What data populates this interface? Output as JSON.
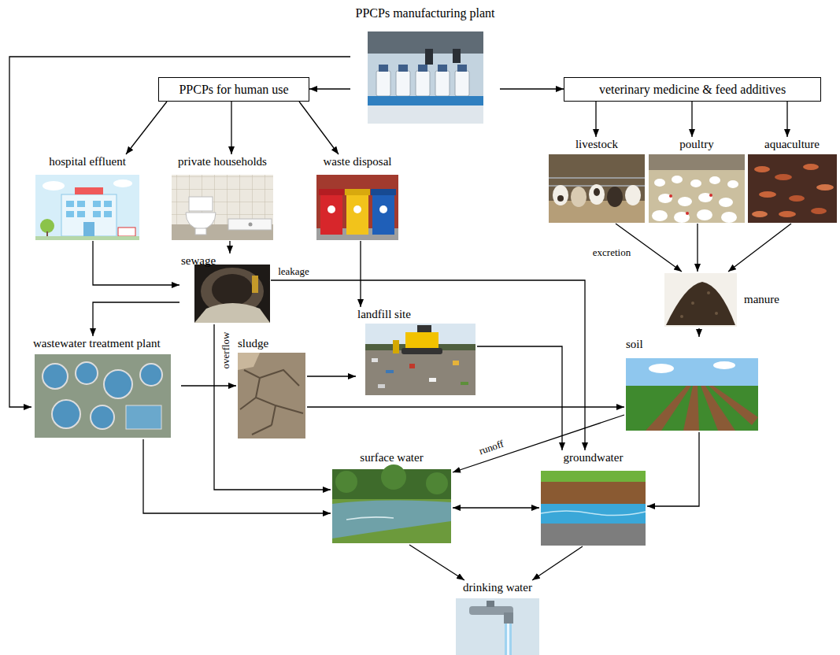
{
  "diagram": {
    "nodes": [
      {
        "text": [
          "PPCPs manufacturing plant"
        ]
      },
      {
        "text": [
          "PPCPs for human use"
        ]
      },
      {
        "text": [
          "veterinary medicine & feed additives"
        ]
      },
      {
        "text": [
          "hospital effluent"
        ]
      },
      {
        "text": [
          "private households"
        ]
      },
      {
        "text": [
          "waste disposal"
        ]
      },
      {
        "text": [
          "livestock"
        ]
      },
      {
        "text": [
          "poultry"
        ]
      },
      {
        "text": [
          "aquaculture"
        ]
      },
      {
        "text": [
          "sewage"
        ]
      },
      {
        "text": [
          "manure"
        ]
      },
      {
        "text": [
          "landfill site"
        ]
      },
      {
        "text": [
          "wastewater treatment plant"
        ]
      },
      {
        "text": [
          "sludge"
        ]
      },
      {
        "text": [
          "soil"
        ]
      },
      {
        "text": [
          "surface water"
        ]
      },
      {
        "text": [
          "groundwater"
        ]
      },
      {
        "text": [
          "drinking water"
        ]
      }
    ],
    "edges": [
      {
        "from": 0,
        "to": 1,
        "arrow": "to"
      },
      {
        "from": 0,
        "to": 2,
        "arrow": "to"
      },
      {
        "from": 0,
        "to": 12,
        "arrow": "to"
      },
      {
        "from": 1,
        "to": 3,
        "arrow": "to"
      },
      {
        "from": 1,
        "to": 4,
        "arrow": "to"
      },
      {
        "from": 1,
        "to": 5,
        "arrow": "to"
      },
      {
        "from": 2,
        "to": 6,
        "arrow": "to"
      },
      {
        "from": 2,
        "to": 7,
        "arrow": "to"
      },
      {
        "from": 2,
        "to": 8,
        "arrow": "to"
      },
      {
        "from": 3,
        "to": 9,
        "arrow": "to"
      },
      {
        "from": 4,
        "to": 9,
        "arrow": "to"
      },
      {
        "from": 5,
        "to": 11,
        "arrow": "to"
      },
      {
        "from": 6,
        "to": 10,
        "label": "excretion",
        "arrow": "to"
      },
      {
        "from": 7,
        "to": 10,
        "arrow": "to"
      },
      {
        "from": 8,
        "to": 10,
        "arrow": "to"
      },
      {
        "from": 9,
        "to": 12,
        "arrow": "to"
      },
      {
        "from": 9,
        "to": 16,
        "label": "leakage",
        "arrow": "to"
      },
      {
        "from": 9,
        "to": 15,
        "label": "overflow",
        "arrow": "to"
      },
      {
        "from": 10,
        "to": 14,
        "arrow": "to"
      },
      {
        "from": 12,
        "to": 13,
        "arrow": "to"
      },
      {
        "from": 12,
        "to": 15,
        "arrow": "to"
      },
      {
        "from": 13,
        "to": 11,
        "arrow": "to"
      },
      {
        "from": 13,
        "to": 14,
        "arrow": "to"
      },
      {
        "from": 11,
        "to": 16,
        "arrow": "to"
      },
      {
        "from": 14,
        "to": 15,
        "label": "runoff",
        "arrow": "to"
      },
      {
        "from": 14,
        "to": 16,
        "arrow": "to"
      },
      {
        "from": 15,
        "to": 16,
        "arrow": "both"
      },
      {
        "from": 15,
        "to": 17,
        "arrow": "to"
      },
      {
        "from": 16,
        "to": 17,
        "arrow": "to"
      }
    ]
  }
}
